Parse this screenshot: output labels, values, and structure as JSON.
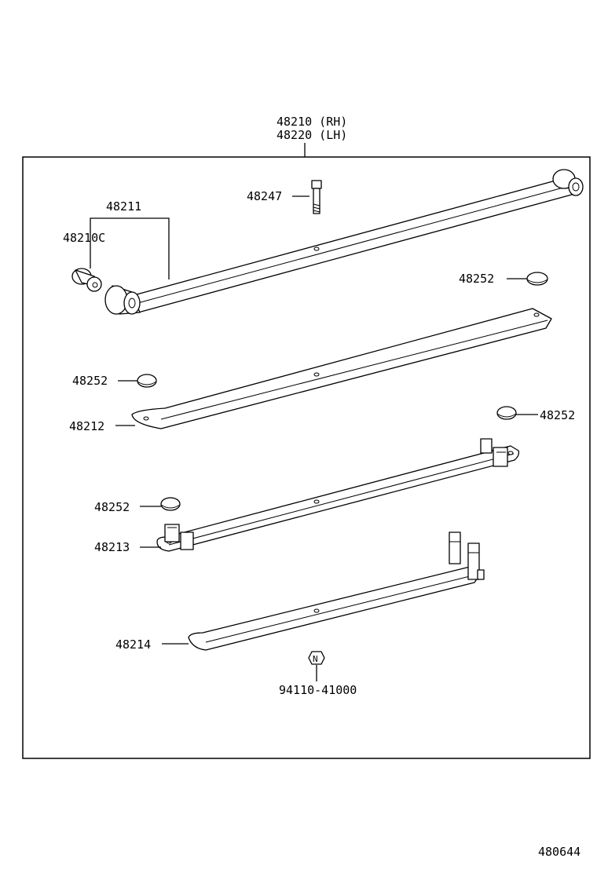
{
  "diagram": {
    "header_part": "48210 (RH)",
    "header_part_2": "48220 (LH)",
    "labels": {
      "p48211": "48211",
      "p48210c": "48210C",
      "p48247": "48247",
      "p48252_a": "48252",
      "p48252_b": "48252",
      "p48252_c": "48252",
      "p48252_d": "48252",
      "p48212": "48212",
      "p48213": "48213",
      "p48214": "48214",
      "p94110": "94110-41000",
      "n_mark": "N"
    },
    "figure_code": "480644",
    "colors": {
      "line": "#000000",
      "background": "#ffffff"
    }
  }
}
